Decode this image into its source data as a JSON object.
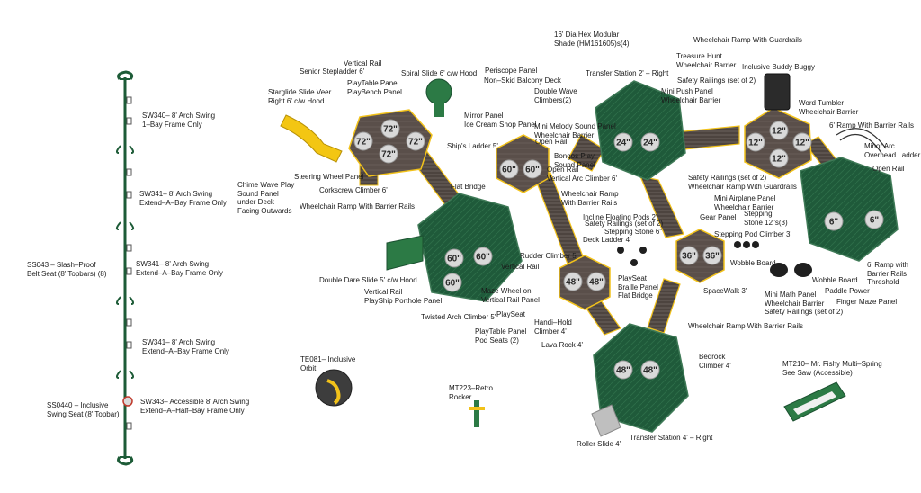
{
  "swing_labels": [
    "SW340– 8' Arch Swing\n1–Bay Frame Only",
    "SW341– 8' Arch Swing\nExtend–A–Bay Frame Only",
    "SW341– 8' Arch Swing\nExtend–A–Bay Frame Only",
    "SW341– 8' Arch Swing\nExtend–A–Bay Frame Only",
    "SW343– Accessible 8' Arch Swing\nExtend–A–Half–Bay Frame Only"
  ],
  "seat_labels": [
    "SS043 – Slash–Proof\nBelt Seat (8' Topbars) (8)",
    "SS0440 – Inclusive\nSwing Seat (8' Topbar)"
  ],
  "component_labels": [
    "Vertical Rail",
    "Senior Stepladder 6'",
    "Spiral Slide 6' c/w Hood",
    "Periscope Panel",
    "Non–Skid Balcony Deck",
    "PlayTable Panel\nPlayBench Panel",
    "Starglide Slide Veer\nRight 6' c/w Hood",
    "Mirror Panel\nIce Cream Shop Panel",
    "Double Wave\nClimbers(2)",
    "Mini Melody Sound Panel\nWheelchair Barrier",
    "Open Rail",
    "Ship's Ladder 5'",
    "Bongos Play\nSound Panel",
    "Open Rail\nVertical Arc Climber 6'",
    "Steering Wheel Panel",
    "Corkscrew Climber 6'",
    "Chime Wave Play\nSound Panel\nunder Deck\nFacing Outwards",
    "Wheelchair Ramp With Barrier Rails",
    "Flat Bridge",
    "Wheelchair Ramp\nWith Barrier Rails",
    "Incline Floating Pods 2'",
    "Safety Railings (set of 2)",
    "Stepping Stone 6\"",
    "Deck Ladder 4'",
    "16' Dia Hex Modular\nShade (HM161605)s(4)",
    "Wheelchair Ramp With Guardrails",
    "Treasure Hunt\nWheelchair Barrier",
    "Transfer Station 2' – Right",
    "Safety Railings (set of 2)",
    "Mini Push Panel\nWheelchair Barrier",
    "Inclusive Buddy Buggy",
    "Word Tumbler\nWheelchair Barrier",
    "6' Ramp With Barrier Rails",
    "Minor Arc\nOverhead Ladder",
    "Open Rail",
    "Safety Railings (set of 2)\nWheelchair Ramp With Guardrails",
    "Mini Airplane Panel\nWheelchair Barrier",
    "Gear Panel",
    "Stepping\nStone 12\"s(3)",
    "Stepping Pod Climber 3'",
    "Wobble Board",
    "Wobble Board",
    "Paddle Power",
    "6' Ramp with\nBarrier Rails\nThreshold",
    "Finger Maze Panel",
    "Mini Math Panel\nWheelchair Barrier\nSafety Railings (set of 2)",
    "SpaceWalk 3'",
    "Rudder Climber 5'",
    "Vertical Rail",
    "Maze Wheel on\nVertical Rail Panel",
    "PlaySeat\nBraille Panel\nFlat Bridge",
    "Double Dare Slide 5' c/w Hood",
    "Vertical Rail\nPlayShip Porthole Panel",
    "Twisted Arch Climber 5'",
    "PlaySeat",
    "Handi–Hold\nClimber 4'",
    "PlayTable Panel\nPod Seats (2)",
    "Lava Rock 4'",
    "Wheelchair Ramp With Barrier Rails",
    "Bedrock\nClimber 4'",
    "MT210– Mr. Fishy Multi–Spring\nSee Saw (Accessible)",
    "MT223–Retro\nRocker",
    "TE081– Inclusive\nOrbit",
    "Roller Slide 4'",
    "Transfer Station 4' – Right"
  ],
  "deck_heights": {
    "tower1": [
      "72\"",
      "72\"",
      "72\"",
      "72\""
    ],
    "tower2": [
      "60\"",
      "60\""
    ],
    "hex1": [
      "60\"",
      "60\"",
      "60\""
    ],
    "hex2": [
      "24\"",
      "24\""
    ],
    "tower3": [
      "12\"",
      "12\"",
      "12\"",
      "12\""
    ],
    "hex3": [
      "6\"",
      "6\""
    ],
    "tower4": [
      "36\"",
      "36\""
    ],
    "tower5": [
      "48\"",
      "48\""
    ],
    "hex4": [
      "48\"",
      "48\""
    ]
  },
  "colors": {
    "roof": "#1f5a3a",
    "roof_line": "#3f7a57",
    "deck": "#5a4f4a",
    "post": "#f2c21a",
    "slide_yellow": "#f3c613",
    "slide_green": "#2c7a45",
    "swing_frame": "#1d5b37"
  }
}
